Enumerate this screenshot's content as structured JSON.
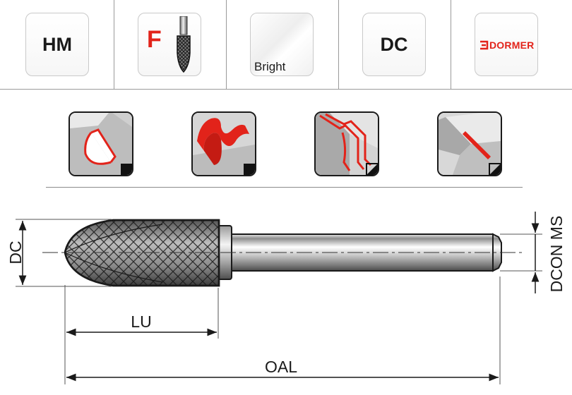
{
  "material_tile": {
    "label": "HM"
  },
  "shape_tile": {
    "letter": "F"
  },
  "finish_tile": {
    "label": "Bright"
  },
  "dc_tile": {
    "label": "DC"
  },
  "brand_tile": {
    "label": "DORMER"
  },
  "drawing": {
    "dim_dc": "DC",
    "dim_lu": "LU",
    "dim_oal": "OAL",
    "dim_dcon": "DCON MS"
  },
  "colors": {
    "accent_red": "#e2231a",
    "tile_border": "#c9c9c9",
    "line_dark": "#1a1a1a"
  }
}
